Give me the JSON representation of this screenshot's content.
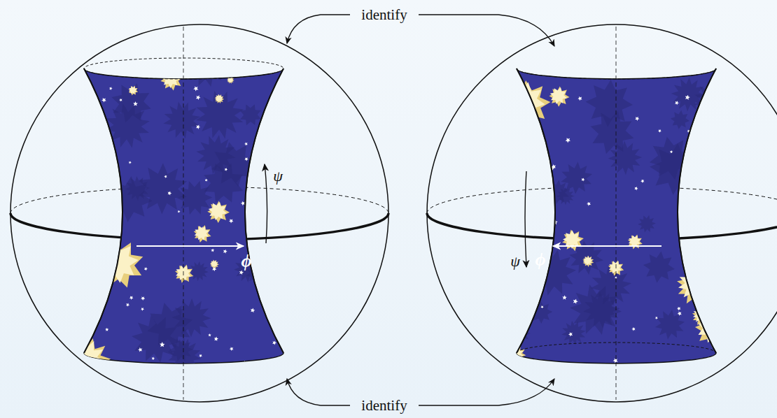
{
  "diagram": {
    "labels": [
      "identify",
      "ψ",
      "ϕ",
      "ψ",
      "ϕ",
      "identify"
    ]
  }
}
